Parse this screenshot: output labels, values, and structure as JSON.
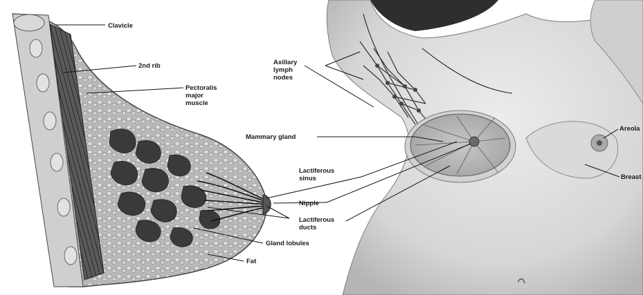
{
  "labels": {
    "clavicle": "Clavicle",
    "rib": "2nd rib",
    "pectoralis": [
      "Pectoralis",
      "major",
      "muscle"
    ],
    "axillary": [
      "Axillary",
      "lymph",
      "nodes"
    ],
    "mammary": "Mammary gland",
    "lactiferous_sinus": [
      "Lactiferous",
      "sinus"
    ],
    "nipple": "Nipple",
    "lactiferous_ducts": [
      "Lactiferous",
      "ducts"
    ],
    "gland_lobules": "Gland lobules",
    "fat": "Fat",
    "areola": "Areola",
    "breast": "Breast"
  }
}
